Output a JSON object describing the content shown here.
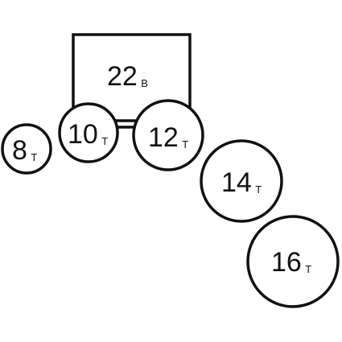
{
  "nodes": [
    {
      "id": "node-22b",
      "shape": "rectangle",
      "number": "22",
      "suffix": "B"
    },
    {
      "id": "node-8t",
      "shape": "circle",
      "number": "8",
      "suffix": "T"
    },
    {
      "id": "node-10t",
      "shape": "circle",
      "number": "10",
      "suffix": "T"
    },
    {
      "id": "node-12t",
      "shape": "circle",
      "number": "12",
      "suffix": "T"
    },
    {
      "id": "node-14t",
      "shape": "circle",
      "number": "14",
      "suffix": "T"
    },
    {
      "id": "node-16t",
      "shape": "circle",
      "number": "16",
      "suffix": "T"
    }
  ],
  "connections": [
    {
      "from": "10T",
      "to": "12T"
    }
  ],
  "colors": {
    "stroke": "#111111",
    "fill": "#ffffff",
    "background": "#ffffff"
  }
}
